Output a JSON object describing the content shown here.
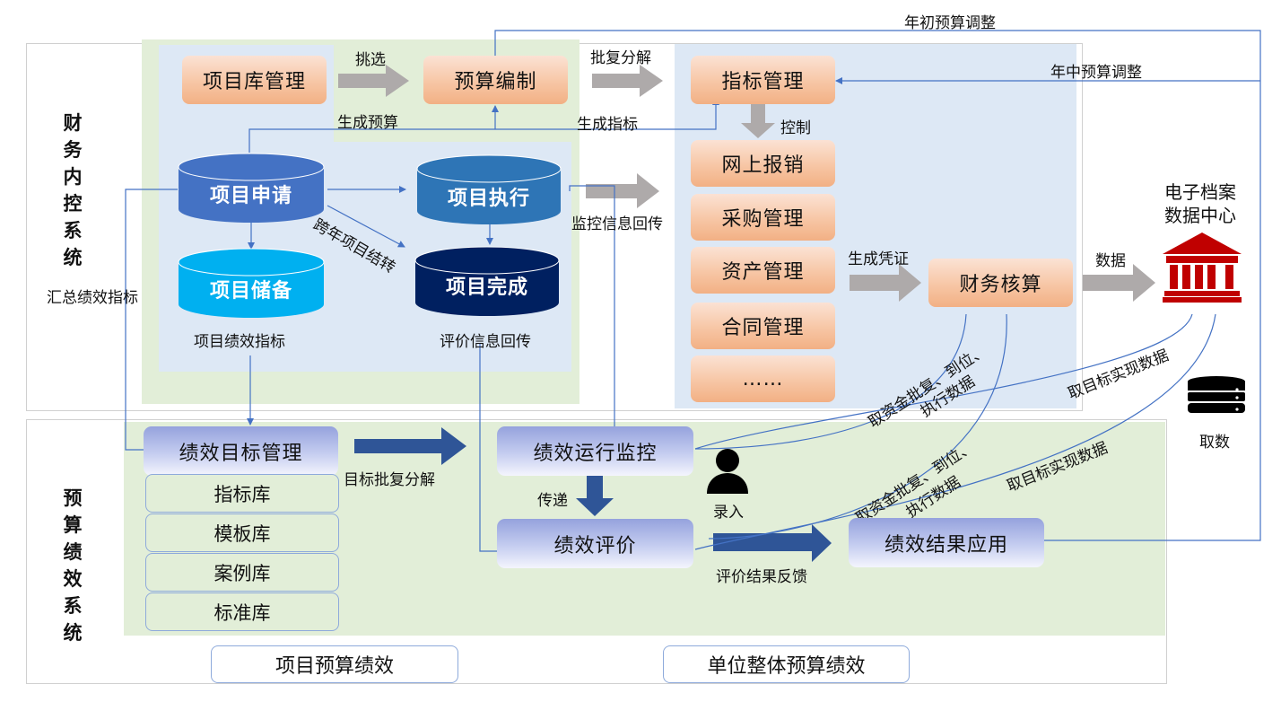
{
  "systems": {
    "finance": {
      "title": "财务内控系统"
    },
    "performance": {
      "title": "预算绩效系统"
    }
  },
  "finance_top": {
    "project_lib": "项目库管理",
    "budget_compile": "预算编制",
    "indicator_mgmt": "指标管理",
    "select_label": "挑选",
    "approve_split_label": "批复分解",
    "gen_budget_label": "生成预算",
    "gen_indicator_label": "生成指标",
    "control_label": "控制"
  },
  "project_flow": {
    "apply": "项目申请",
    "execute": "项目执行",
    "reserve": "项目储备",
    "complete": "项目完成",
    "cross_year_label": "跨年项目结转",
    "project_perf_indicator_label": "项目绩效指标",
    "eval_feedback_label": "评价信息回传",
    "monitor_feedback_label": "监控信息回传",
    "summary_indicator_label": "汇总绩效指标"
  },
  "business_modules": [
    "网上报销",
    "采购管理",
    "资产管理",
    "合同管理",
    "……"
  ],
  "accounting": {
    "gen_voucher_label": "生成凭证",
    "box": "财务核算",
    "data_label": "数据"
  },
  "archive": {
    "title_line1": "电子档案",
    "title_line2": "数据中心",
    "icon": "bank-building-icon",
    "icon_color": "#c00000",
    "fetch_label": "取数",
    "db_icon": "database-icon"
  },
  "adjustments": {
    "early_year": "年初预算调整",
    "mid_year": "年中预算调整"
  },
  "performance_flow": {
    "goal_mgmt": "绩效目标管理",
    "libraries": [
      "指标库",
      "模板库",
      "案例库",
      "标准库"
    ],
    "goal_approve_label": "目标批复分解",
    "monitoring": "绩效运行监控",
    "transfer_label": "传递",
    "evaluation": "绩效评价",
    "eval_feedback_label": "评价结果反馈",
    "result_apply": "绩效结果应用",
    "input_label": "录入",
    "input_icon": "person-icon"
  },
  "data_links": {
    "fund_data_upper": "取资金批复、到位、\n执行数据",
    "target_data_upper": "取目标实现数据",
    "fund_data_lower": "取资金批复、到位、\n执行数据",
    "target_data_lower": "取目标实现数据"
  },
  "footer": {
    "project_budget_perf": "项目预算绩效",
    "unit_budget_perf": "单位整体预算绩效"
  },
  "colors": {
    "green_region": "#e2eed8",
    "blue_region": "#dde8f5",
    "orange_box": "#f4b183",
    "purple_box": "#8faadc",
    "connector_blue": "#4472c4",
    "gray_arrow": "#aeaaaa",
    "dark_blue_arrow": "#2f5597",
    "cyl_apply": "#4472c4",
    "cyl_execute": "#2e75b6",
    "cyl_reserve": "#00b0f0",
    "cyl_complete": "#002060"
  }
}
